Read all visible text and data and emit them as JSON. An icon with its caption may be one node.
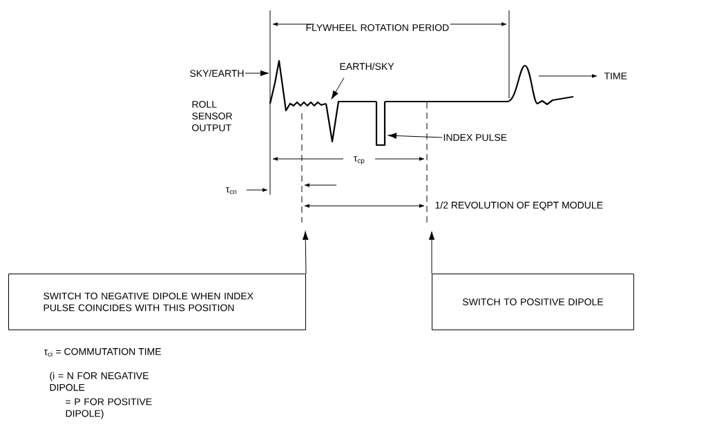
{
  "diagram": {
    "nodes": [
      {
        "text": [
          "SKY/EARTH"
        ]
      },
      {
        "text": [
          "EARTH/SKY"
        ]
      },
      {
        "text": [
          "INDEX PULSE"
        ]
      },
      {
        "text": [
          "SWITCH TO NEGATIVE DIPOLE WHEN INDEX PULSE COINCIDES WITH THIS POSITION"
        ]
      },
      {
        "text": [
          "SWITCH TO POSITIVE DIPOLE"
        ]
      },
      {
        "text": [],
        "shape": "picture"
      },
      {
        "text": [],
        "shape": "picture"
      },
      {
        "text": [],
        "shape": "picture"
      }
    ],
    "edges": [
      {
        "from": 0,
        "to": 5,
        "arrow": "to"
      },
      {
        "from": 1,
        "to": 6,
        "arrow": "to"
      },
      {
        "from": 2,
        "to": 7,
        "arrow": "to"
      },
      {
        "from": 3,
        "to": null,
        "arrow": "to"
      },
      {
        "from": 4,
        "to": null,
        "arrow": "to"
      }
    ],
    "labels": [
      "FLYWHEEL ROTATION PERIOD",
      "TIME",
      "ROLL SENSOR OUTPUT",
      "τ$_{cp}$",
      "τ$_{cn}$",
      "1/2 REVOLUTION OF EQPT MODULE",
      "τ$_{ci}$ = COMMUTATION TIME",
      "(i = N FOR NEGATIVE DIPOLE",
      "= P FOR POSITIVE DIPOLE)"
    ]
  }
}
